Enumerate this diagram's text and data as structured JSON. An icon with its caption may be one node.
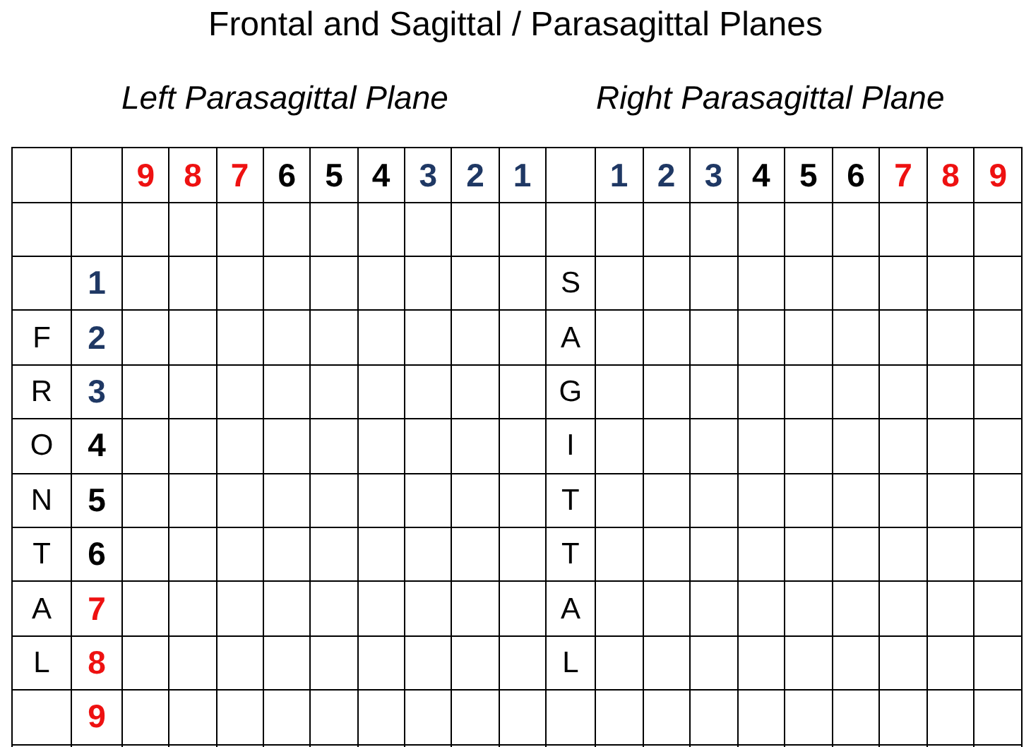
{
  "diagram": {
    "title": "Frontal and Sagittal / Parasagittal Planes",
    "labels": [
      "Left Parasagittal Plane",
      "Right Parasagittal Plane",
      "9",
      "8",
      "7",
      "6",
      "5",
      "4",
      "3",
      "2",
      "1",
      "1",
      "2",
      "3",
      "4",
      "5",
      "6",
      "7",
      "8",
      "9",
      "1",
      "S",
      "F",
      "2",
      "A",
      "R",
      "3",
      "G",
      "O",
      "4",
      "I",
      "N",
      "5",
      "T",
      "T",
      "6",
      "T",
      "A",
      "7",
      "A",
      "L",
      "8",
      "L",
      "9"
    ]
  }
}
